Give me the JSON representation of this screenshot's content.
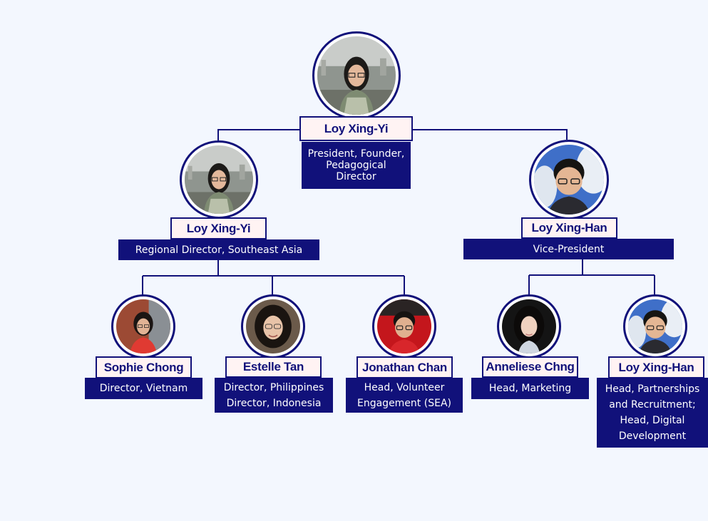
{
  "colors": {
    "background": "#f3f7fe",
    "navy": "#11117a",
    "name_fill": "#fff3f3",
    "role_text": "#ffffff"
  },
  "members": {
    "president": {
      "name": "Loy Xing-Yi",
      "role_lines": [
        "President, Founder,",
        "Pedagogical",
        "Director"
      ],
      "photo": "woman-with-glasses-city-background"
    },
    "regional_director": {
      "name": "Loy Xing-Yi",
      "role_lines": [
        "Regional Director, Southeast Asia"
      ],
      "photo": "woman-with-glasses-city-background"
    },
    "vice_president": {
      "name": "Loy Xing-Han",
      "role_lines": [
        "Vice-President"
      ],
      "photo": "man-with-glasses-snow-tree-background"
    },
    "director_vietnam": {
      "name": "Sophie Chong",
      "role_lines": [
        "Director, Vietnam"
      ],
      "photo": "woman-with-glasses-brick-background"
    },
    "director_philippines": {
      "name": "Estelle Tan",
      "role_lines": [
        "Director, Philippines",
        "Director, Indonesia"
      ],
      "photo": "woman-with-glasses-indoor"
    },
    "head_volunteer": {
      "name": "Jonathan Chan",
      "role_lines": [
        "Head, Volunteer",
        "Engagement (SEA)"
      ],
      "photo": "man-with-glasses-red-seats"
    },
    "head_marketing": {
      "name": "Anneliese Chng",
      "role_lines": [
        "Head, Marketing"
      ],
      "photo": "woman-dark-background"
    },
    "head_partnerships": {
      "name": "Loy Xing-Han",
      "role_lines": [
        "Head, Partnerships",
        "and Recruitment;",
        "Head, Digital",
        "Development"
      ],
      "photo": "man-with-glasses-snow-tree-background"
    }
  }
}
